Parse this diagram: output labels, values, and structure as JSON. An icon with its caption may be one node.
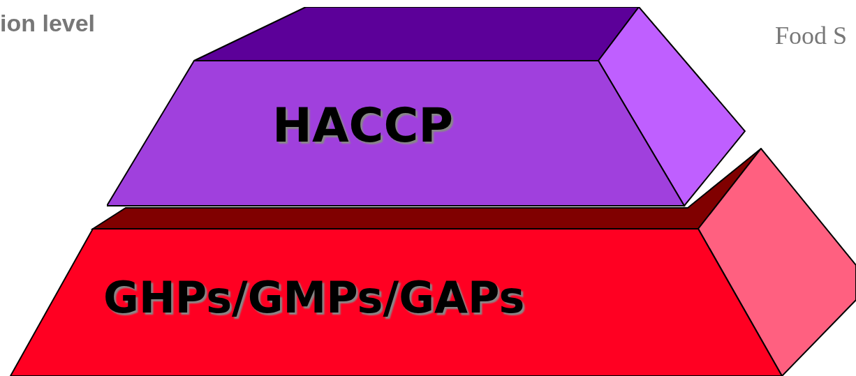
{
  "diagram": {
    "nodes": [
      {
        "text": [
          "HACCP"
        ]
      },
      {
        "text": [
          "GHPs/GMPs/GAPs"
        ]
      }
    ],
    "labels": [
      "ion level",
      "Food S"
    ]
  }
}
